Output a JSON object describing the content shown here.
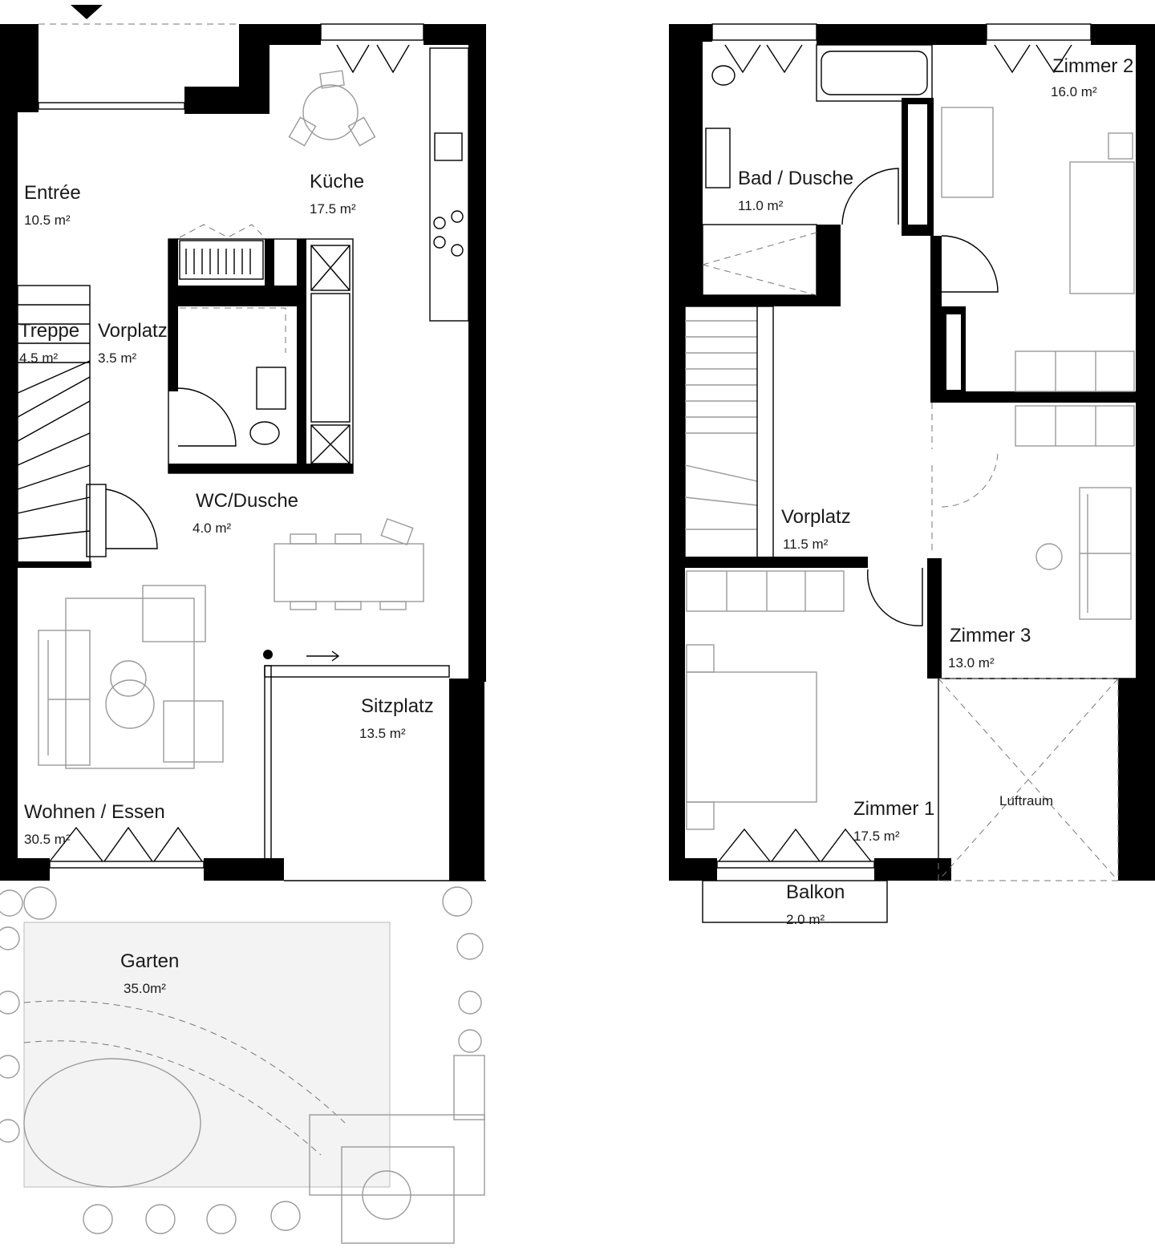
{
  "ground_floor": {
    "rooms": [
      {
        "id": "entree",
        "name": "Entrée",
        "area": "10.5 m²"
      },
      {
        "id": "kueche",
        "name": "Küche",
        "area": "17.5 m²"
      },
      {
        "id": "treppe",
        "name": "Treppe",
        "area": "4.5 m²"
      },
      {
        "id": "vorplatz",
        "name": "Vorplatz",
        "area": "3.5 m²"
      },
      {
        "id": "wc",
        "name": "WC/Dusche",
        "area": "4.0 m²"
      },
      {
        "id": "sitzplatz",
        "name": "Sitzplatz",
        "area": "13.5 m²"
      },
      {
        "id": "wohnen",
        "name": "Wohnen / Essen",
        "area": "30.5 m²"
      },
      {
        "id": "garten",
        "name": "Garten",
        "area": "35.0m²"
      }
    ]
  },
  "upper_floor": {
    "rooms": [
      {
        "id": "bad",
        "name": "Bad / Dusche",
        "area": "11.0 m²"
      },
      {
        "id": "zimmer2",
        "name": "Zimmer 2",
        "area": "16.0 m²"
      },
      {
        "id": "vorplatz_og",
        "name": "Vorplatz",
        "area": "11.5 m²"
      },
      {
        "id": "zimmer3",
        "name": "Zimmer 3",
        "area": "13.0 m²"
      },
      {
        "id": "zimmer1",
        "name": "Zimmer 1",
        "area": "17.5 m²"
      },
      {
        "id": "balkon",
        "name": "Balkon",
        "area": "2.0 m²"
      }
    ],
    "void_label": "Luftraum"
  },
  "colors": {
    "wall": "#000000",
    "furniture": "#9a9a9a",
    "background": "#ffffff"
  }
}
